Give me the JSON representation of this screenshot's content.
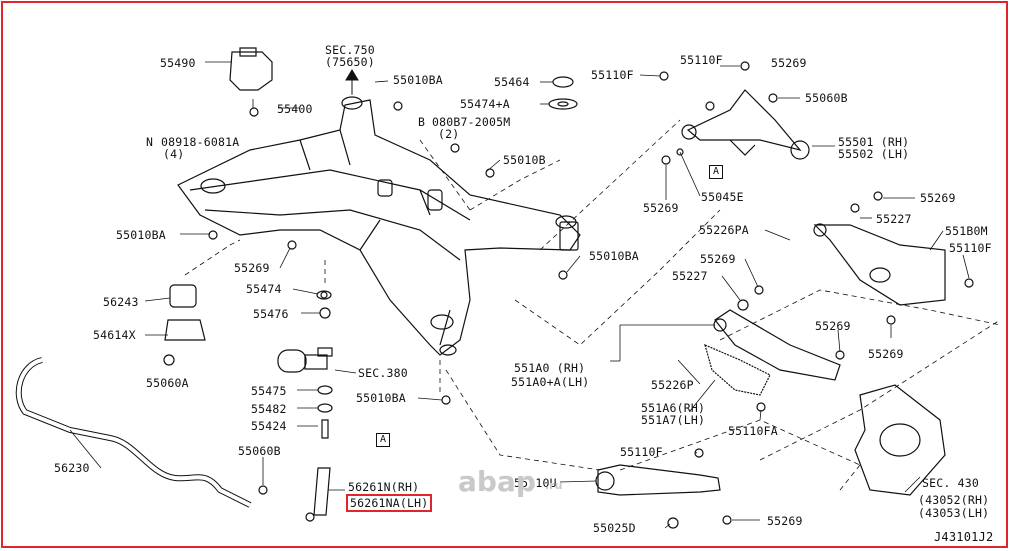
{
  "labels": {
    "p55490": "55490",
    "sec750": "SEC.750",
    "sec750b": "(75650)",
    "p55010BA_a": "55010BA",
    "p55400": "55400",
    "nut1": "08918-6081A",
    "nut1q": "(4)",
    "p55464": "55464",
    "p55474A": "55474+A",
    "bolt1": "080B7-2005M",
    "bolt1q": "(2)",
    "p55010B": "55010B",
    "p55010BA_b": "55010BA",
    "p55269_a": "55269",
    "p55474": "55474",
    "p56243": "56243",
    "p55476": "55476",
    "p54614X": "54614X",
    "sec380": "SEC.380",
    "p55060A": "55060A",
    "p55475": "55475",
    "p55482": "55482",
    "p55424": "55424",
    "p55010BA_c": "55010BA",
    "p56230": "56230",
    "p55060B": "55060B",
    "p56261N": "56261N(RH)",
    "p56261NA": "56261NA(LH)",
    "p55010BA_d": "55010BA",
    "p55110F_a": "55110F",
    "p55110F_b": "55110F",
    "p55269_b": "55269",
    "p55060B2": "55060B",
    "p55501": "55501 (RH)",
    "p55502": "55502 (LH)",
    "p55045E": "55045E",
    "p55269_c": "55269",
    "p55269_d": "55269",
    "p55226PA": "55226PA",
    "p55227_a": "55227",
    "p551B0M": "551B0M",
    "p55269_e": "55269",
    "p55110F_c": "55110F",
    "p55227_b": "55227",
    "p55269_f": "55269",
    "p55269_g": "55269",
    "p551A0": "551A0 (RH)",
    "p551A0A": "551A0+A(LH)",
    "p55226P": "55226P",
    "p551A6": "551A6(RH)",
    "p551A7": "551A7(LH)",
    "p55110FA": "55110FA",
    "p55110F_d": "55110F",
    "p55110U": "55110U",
    "sec430": "SEC. 430",
    "p43052": "(43052(RH)",
    "p43053": "(43053(LH)",
    "p55025D": "55025D",
    "p55269_h": "55269",
    "diagram_code": "J43101J2",
    "refA": "A",
    "refB": "B",
    "refN": "N"
  },
  "watermark": {
    "brand": "abap",
    "suffix": ".ru"
  },
  "colors": {
    "frame": "#e0262c",
    "line": "#111111",
    "highlight": "#e0262c"
  }
}
